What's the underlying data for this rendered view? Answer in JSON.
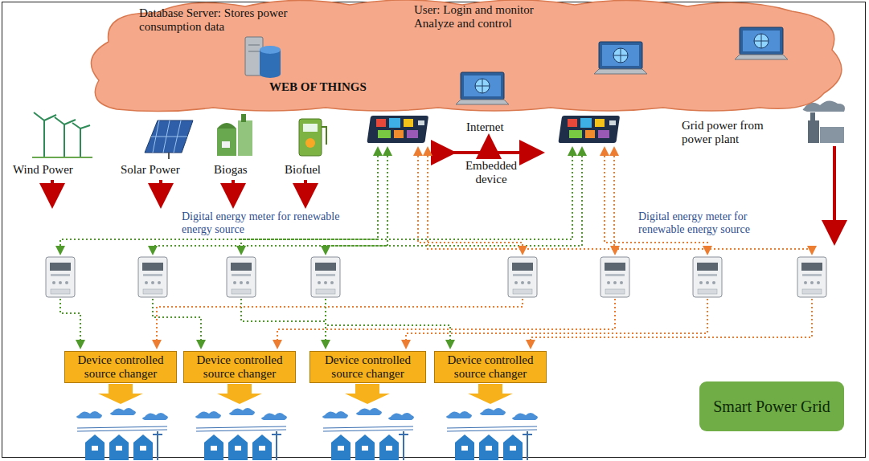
{
  "diagram": {
    "nodes": [
      {
        "text": [
          "Database Server: Stores power consumption data",
          "User: Login and monitor Analyze and control",
          "WEB OF THINGS"
        ]
      },
      {
        "text": [
          "Device controlled source changer"
        ]
      },
      {
        "text": [
          "Device controlled source changer"
        ]
      },
      {
        "text": [
          "Device controlled source changer"
        ]
      },
      {
        "text": [
          "Device controlled source changer"
        ]
      },
      {
        "text": [
          "Smart Power Grid"
        ]
      }
    ],
    "labels": [
      "Wind Power",
      "Solar Power",
      "Biogas",
      "Biofuel",
      "Internet",
      "Embedded device",
      "Grid power from power plant",
      "Digital energy meter for renewable energy source",
      "Digital energy meter for renewable energy source"
    ]
  }
}
